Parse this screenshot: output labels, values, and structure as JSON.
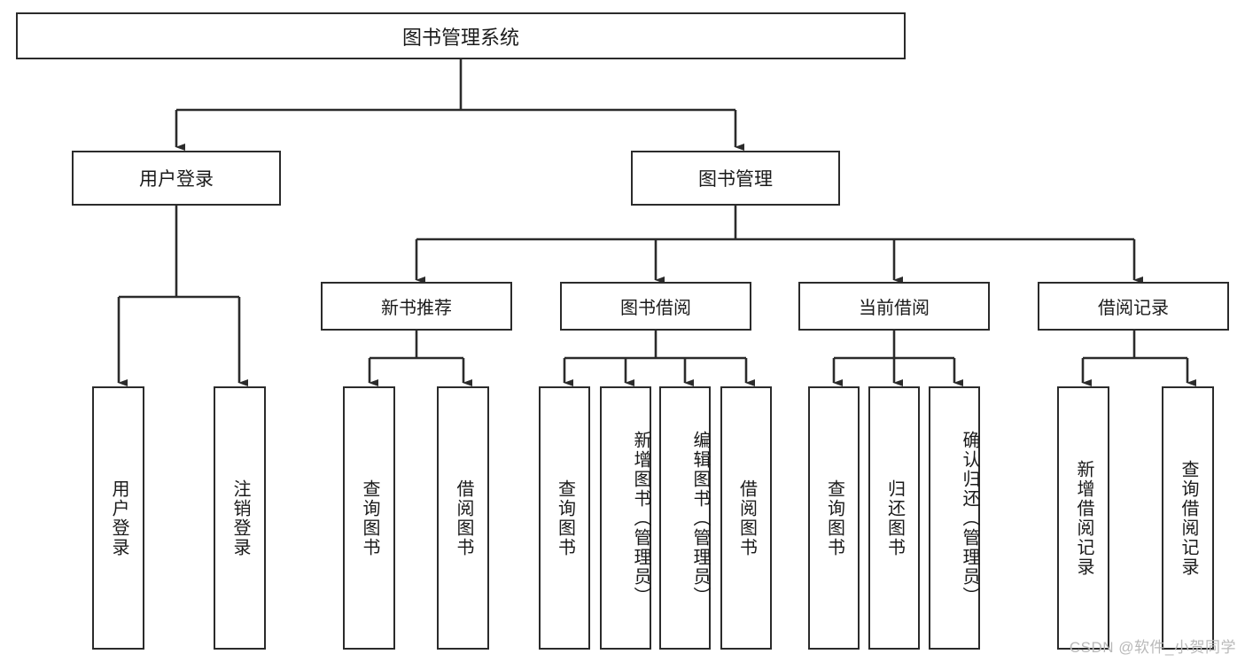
{
  "diagram": {
    "title": "图书管理系统",
    "type": "hierarchy-tree",
    "colors": {
      "box_border": "#2b2b2b",
      "box_fill": "#ffffff",
      "connector": "#2b2b2b",
      "background": "#ffffff",
      "watermark": "#b9b9b9"
    },
    "root": {
      "label": "图书管理系统"
    },
    "level2": [
      {
        "label": "用户登录"
      },
      {
        "label": "图书管理"
      }
    ],
    "level3": [
      {
        "label": "新书推荐"
      },
      {
        "label": "图书借阅"
      },
      {
        "label": "当前借阅"
      },
      {
        "label": "借阅记录"
      }
    ],
    "leaves": {
      "user_login": [
        {
          "label": "用户登录"
        },
        {
          "label": "注销登录"
        }
      ],
      "new_book_recommend": [
        {
          "label": "查询图书"
        },
        {
          "label": "借阅图书"
        }
      ],
      "book_borrow": [
        {
          "label": "查询图书"
        },
        {
          "label": "新增图书（管理员）"
        },
        {
          "label": "编辑图书（管理员）"
        },
        {
          "label": "借阅图书"
        }
      ],
      "current_borrow": [
        {
          "label": "查询图书"
        },
        {
          "label": "归还图书"
        },
        {
          "label": "确认归还（管理员）"
        }
      ],
      "borrow_record": [
        {
          "label": "新增借阅记录"
        },
        {
          "label": "查询借阅记录"
        }
      ]
    }
  },
  "watermark": {
    "text": "CSDN @软件_小贺同学"
  }
}
